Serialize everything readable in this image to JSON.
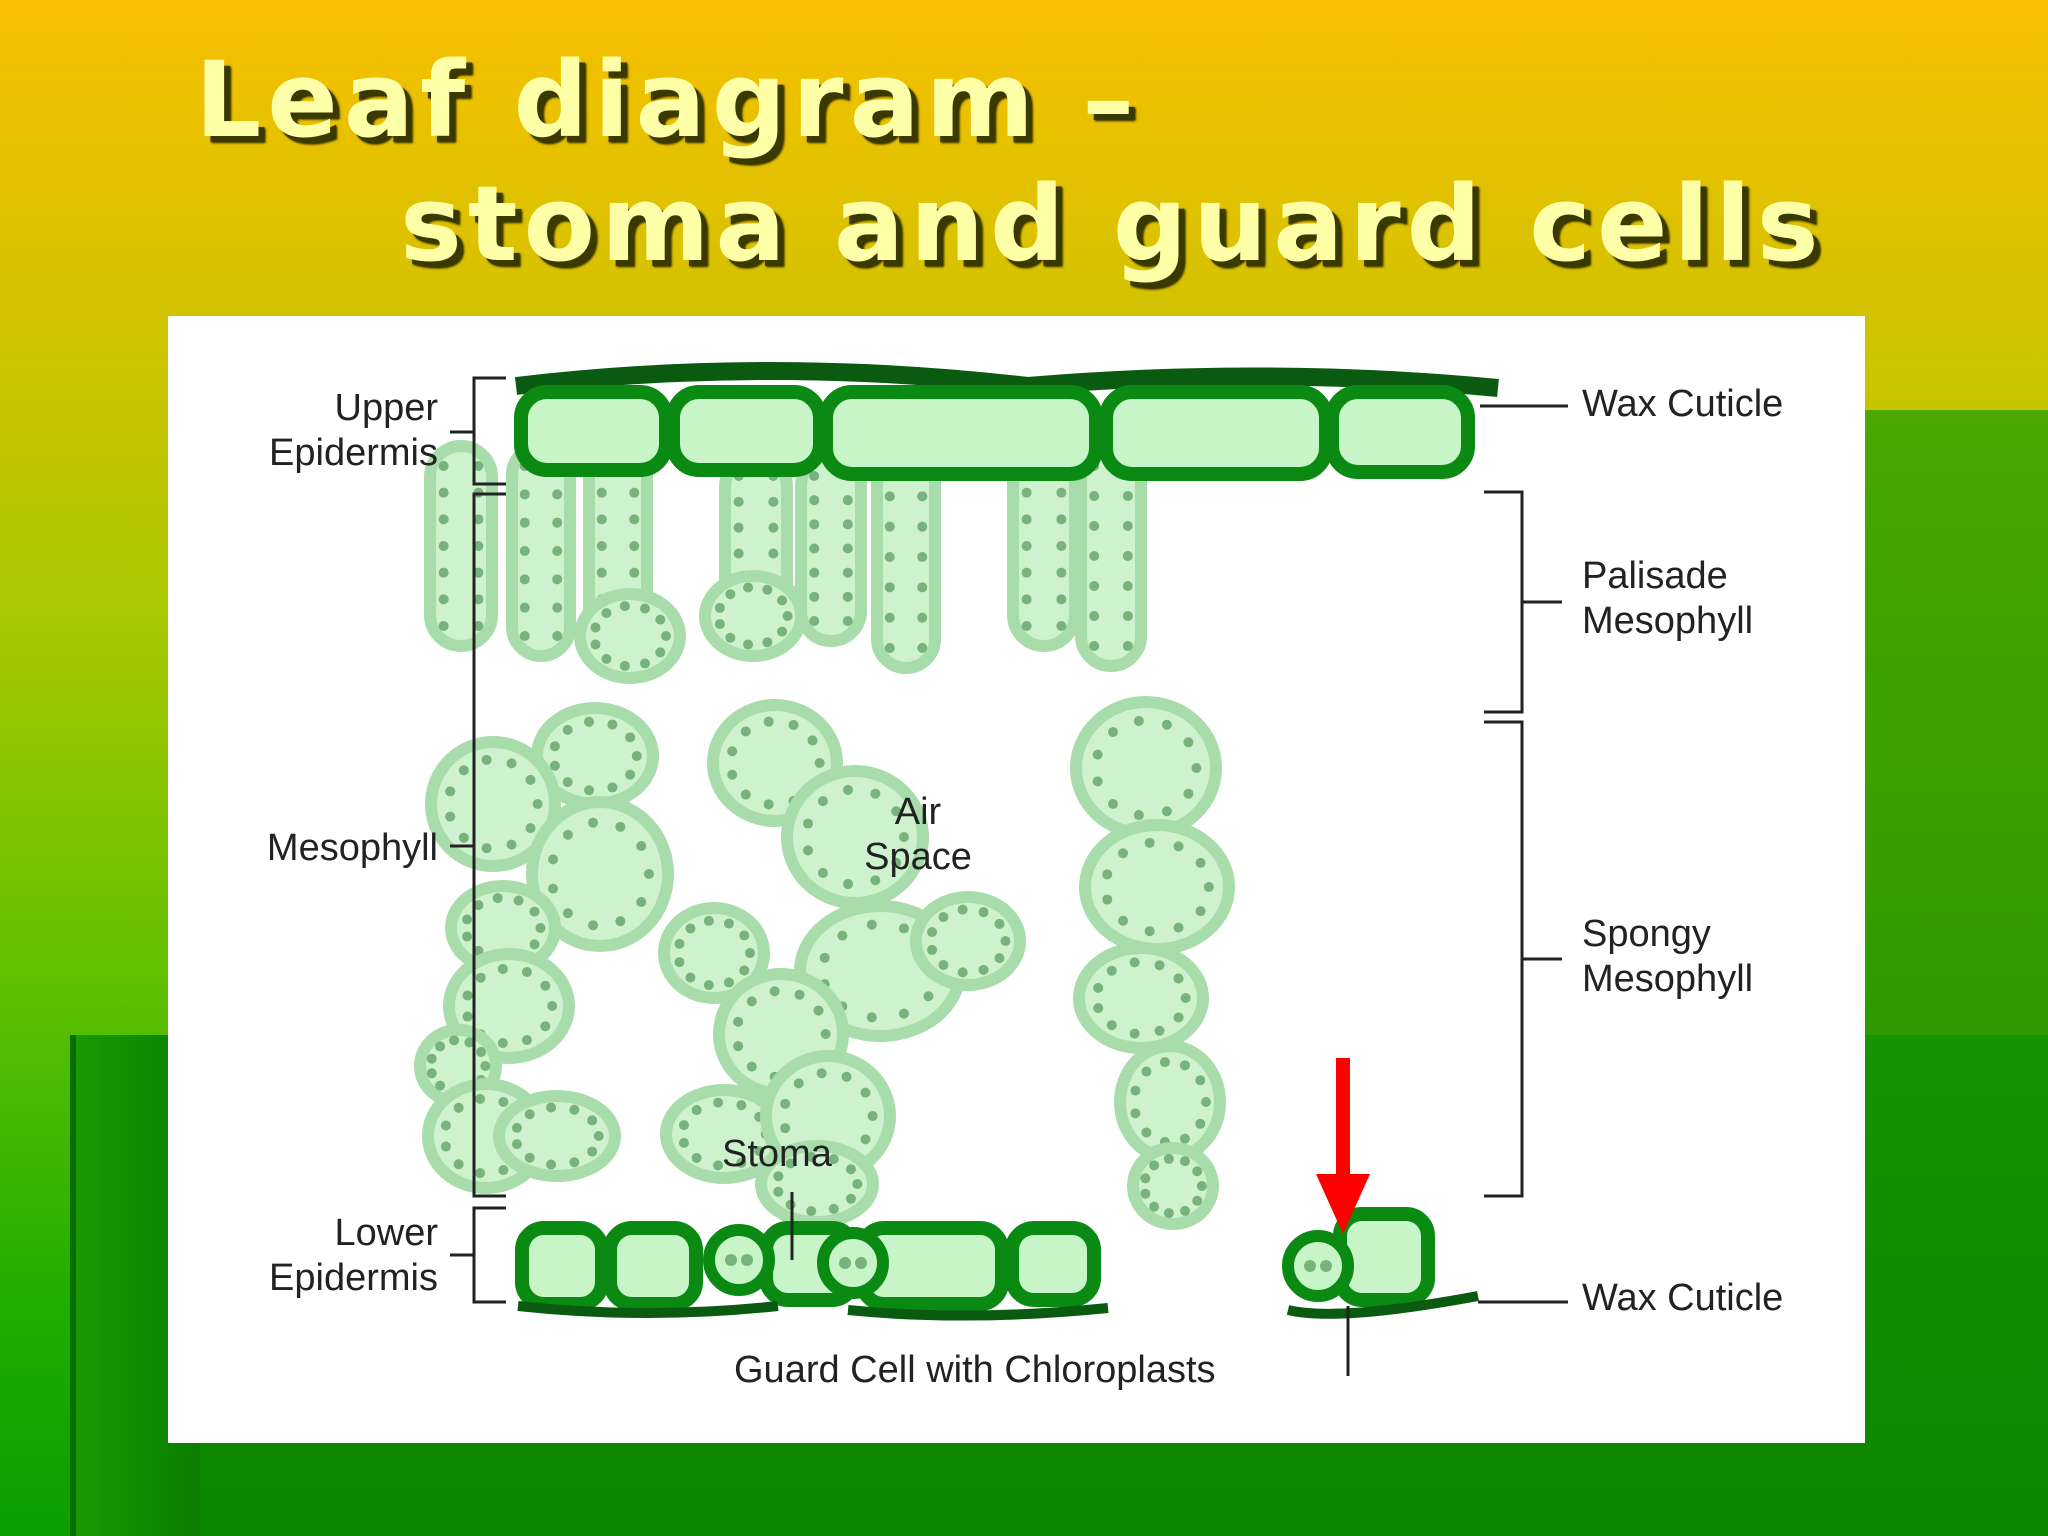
{
  "slide": {
    "title_line1": "Leaf diagram –",
    "title_line2": "stoma and guard cells"
  },
  "diagram": {
    "labels": {
      "upper_epidermis_1": "Upper",
      "upper_epidermis_2": "Epidermis",
      "mesophyll": "Mesophyll",
      "lower_epidermis_1": "Lower",
      "lower_epidermis_2": "Epidermis",
      "wax_cuticle_top": "Wax Cuticle",
      "palisade_1": "Palisade",
      "palisade_2": "Mesophyll",
      "spongy_1": "Spongy",
      "spongy_2": "Mesophyll",
      "wax_cuticle_bottom": "Wax Cuticle",
      "air_space_1": "Air",
      "air_space_2": "Space",
      "stoma": "Stoma",
      "guard_cell": "Guard Cell with Chloroplasts"
    },
    "colors": {
      "epidermis_fill": "#c8f5c8",
      "epidermis_wall": "#0a8a12",
      "cuticle": "#0b5a12",
      "mesophyll_outer": "#a8dcaa",
      "mesophyll_inner": "#cdf2cd",
      "chloroplast": "#78b27c",
      "arrow": "#ff0000",
      "title_text": "#ffffa8"
    }
  }
}
